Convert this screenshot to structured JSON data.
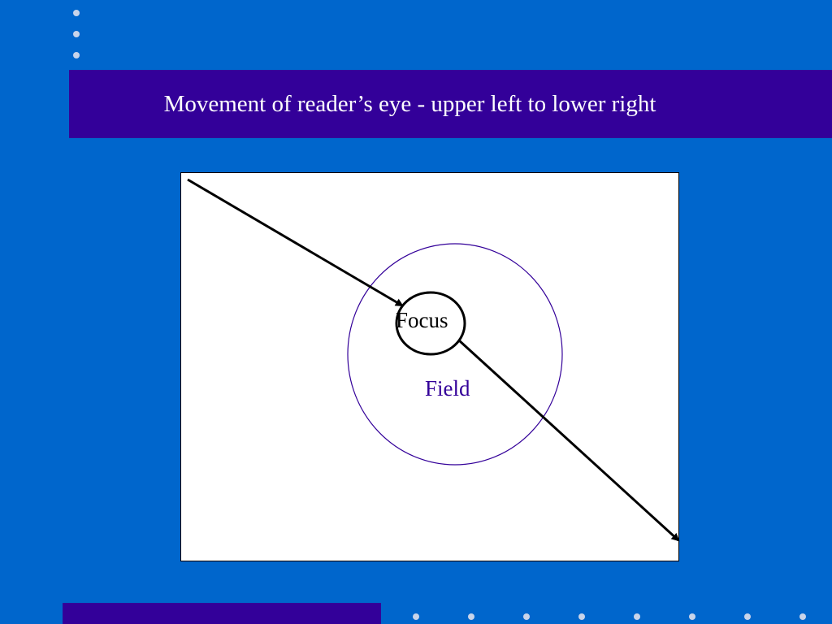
{
  "slide": {
    "title": "Movement of reader’s eye - upper left to lower right"
  },
  "diagram": {
    "focus_label": "Focus",
    "field_label": "Field",
    "colors": {
      "background": "#0066cc",
      "band": "#330099",
      "field_circle": "#330099",
      "focus_circle": "#000000",
      "arrow": "#000000"
    }
  }
}
